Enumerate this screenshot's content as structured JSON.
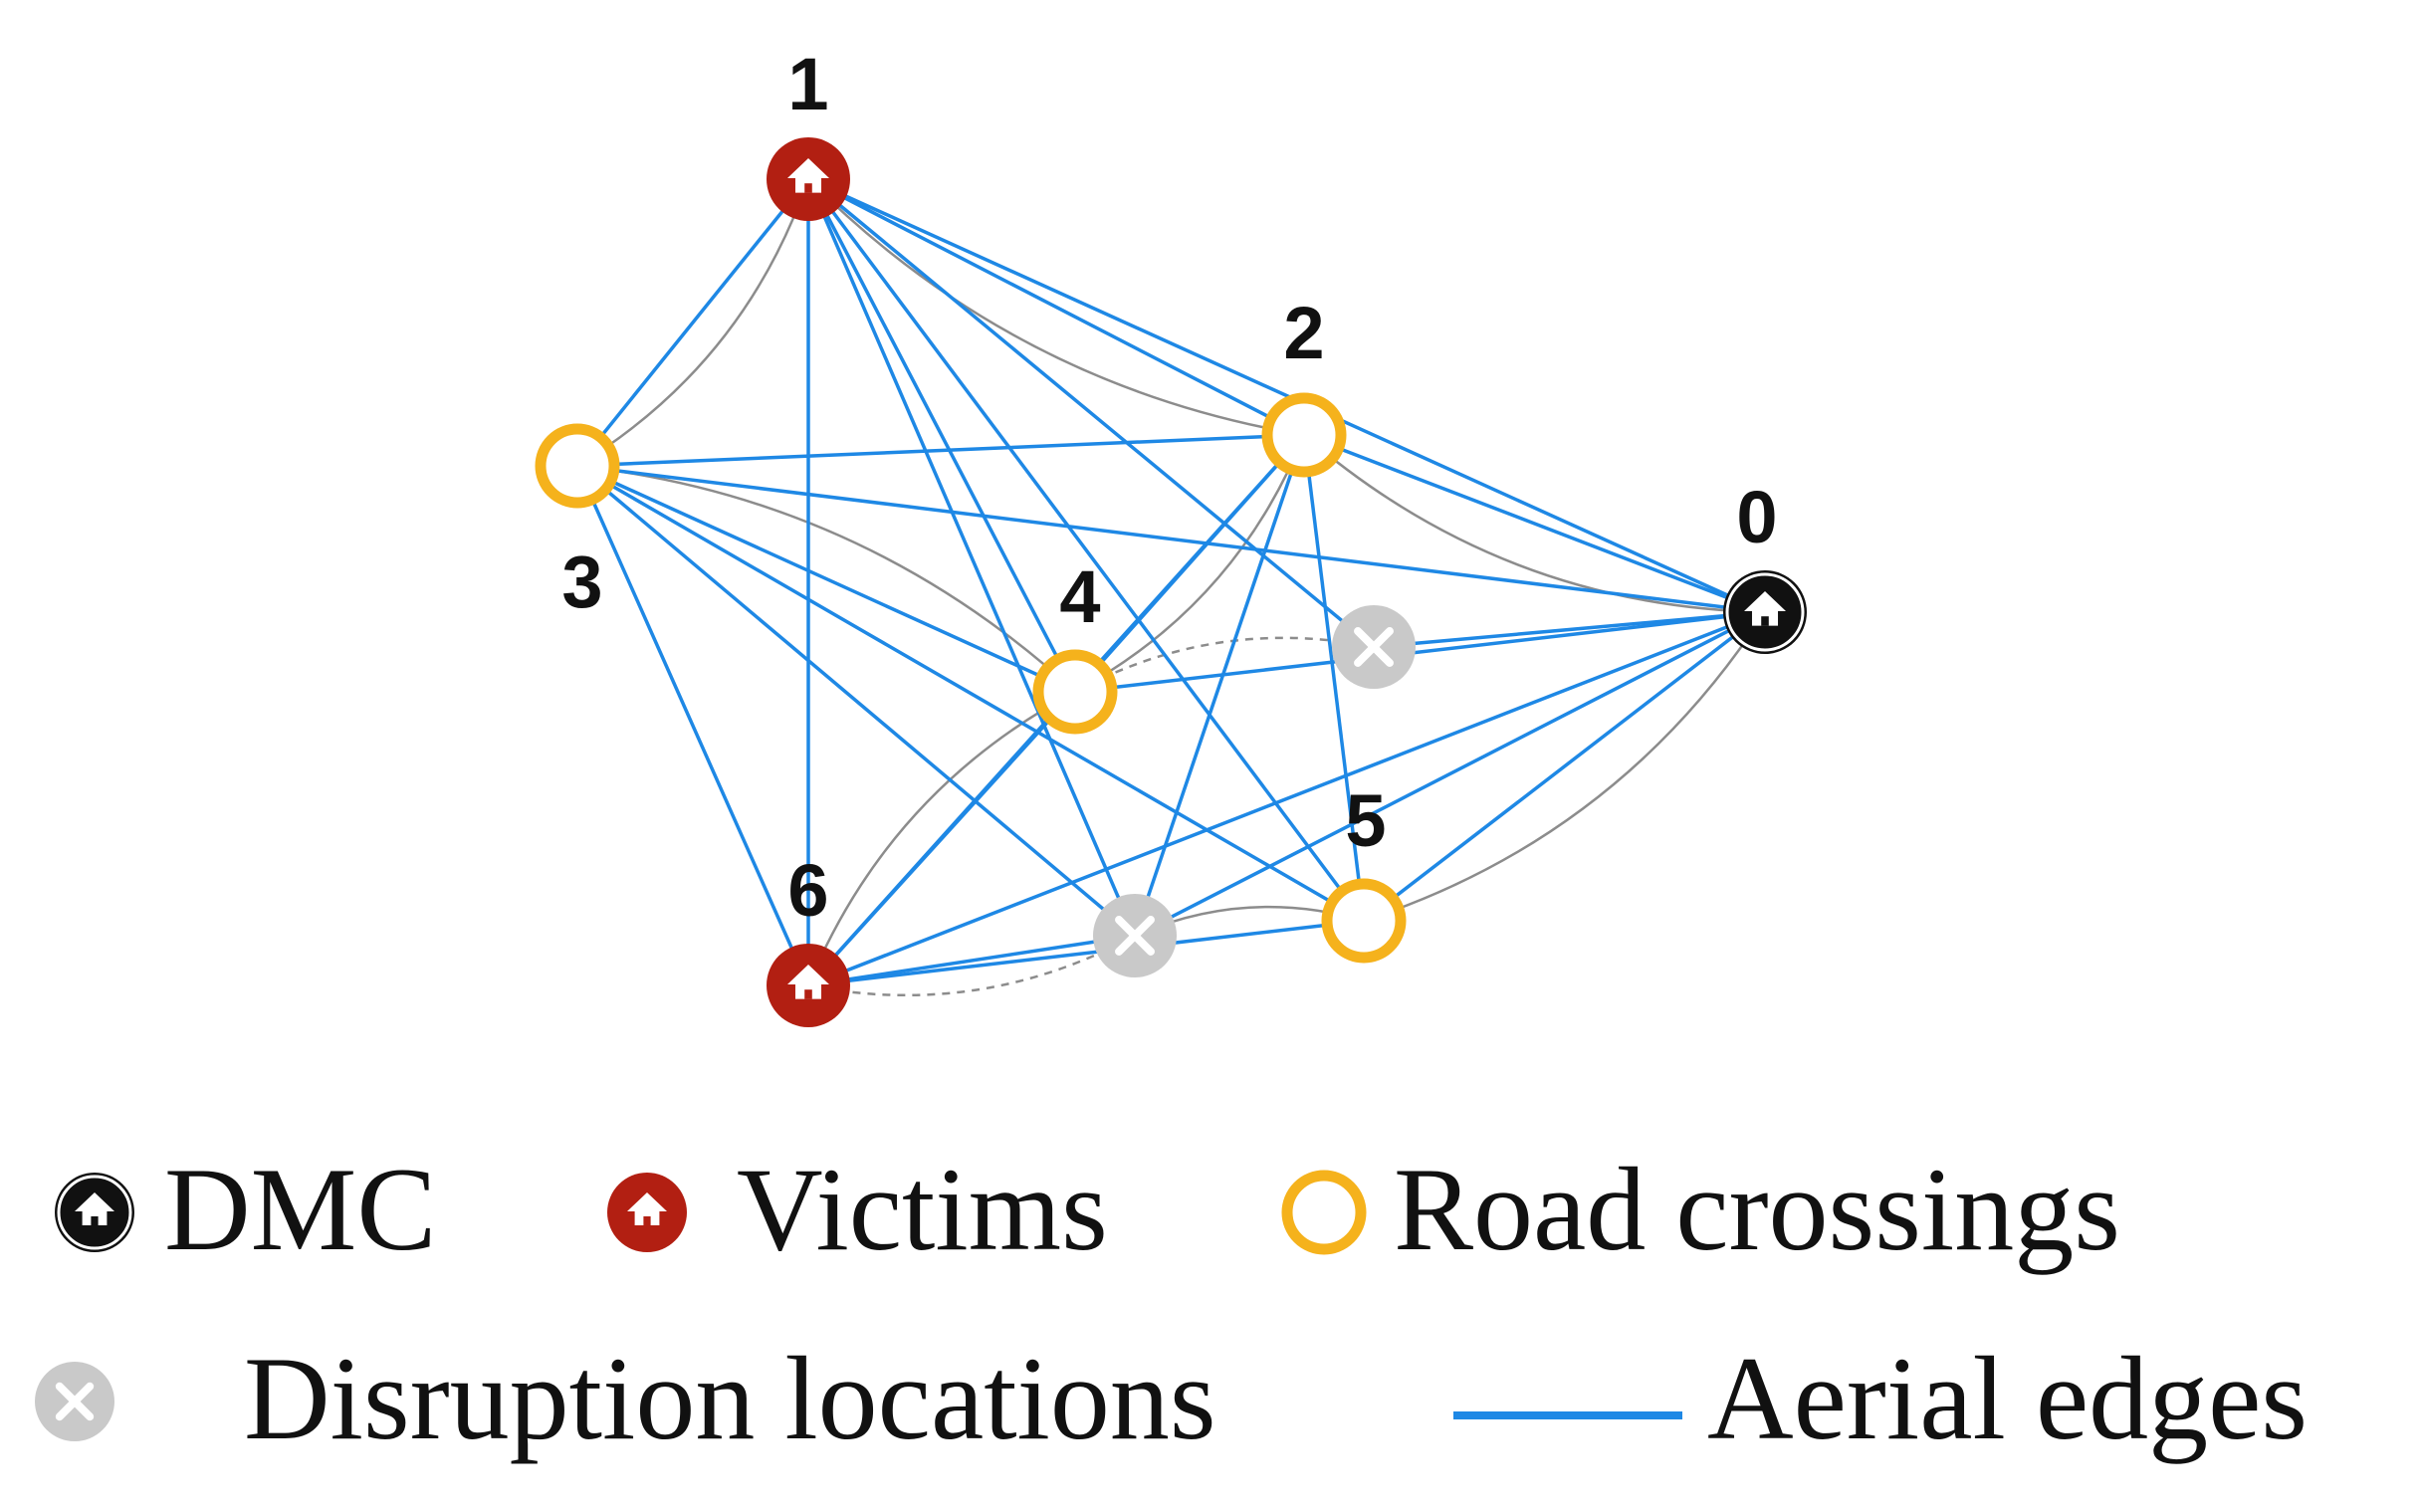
{
  "colors": {
    "aerial_edge": "#1e88e5",
    "road_edge": "#8c8c8c",
    "dmc": "#111111",
    "victim": "#b21f12",
    "crossing": "#f5b21c",
    "disruption": "#c9c9c9"
  },
  "nodes": [
    {
      "id": "0",
      "label": "0",
      "type": "dmc",
      "icon": "home-icon"
    },
    {
      "id": "1",
      "label": "1",
      "type": "victim",
      "icon": "home-icon"
    },
    {
      "id": "2",
      "label": "2",
      "type": "crossing",
      "icon": "ring"
    },
    {
      "id": "3",
      "label": "3",
      "type": "crossing",
      "icon": "ring"
    },
    {
      "id": "4",
      "label": "4",
      "type": "crossing",
      "icon": "ring"
    },
    {
      "id": "5",
      "label": "5",
      "type": "crossing",
      "icon": "ring"
    },
    {
      "id": "6",
      "label": "6",
      "type": "victim",
      "icon": "home-icon"
    },
    {
      "id": "d1",
      "label": "",
      "type": "disruption",
      "icon": "close-icon"
    },
    {
      "id": "d2",
      "label": "",
      "type": "disruption",
      "icon": "close-icon"
    }
  ],
  "aerial_edges": [
    [
      "1",
      "3"
    ],
    [
      "1",
      "2"
    ],
    [
      "1",
      "0"
    ],
    [
      "1",
      "4"
    ],
    [
      "1",
      "5"
    ],
    [
      "1",
      "6"
    ],
    [
      "1",
      "d1"
    ],
    [
      "1",
      "d2"
    ],
    [
      "3",
      "2"
    ],
    [
      "3",
      "0"
    ],
    [
      "3",
      "4"
    ],
    [
      "3",
      "5"
    ],
    [
      "3",
      "6"
    ],
    [
      "3",
      "d2"
    ],
    [
      "2",
      "0"
    ],
    [
      "2",
      "6"
    ],
    [
      "2",
      "d2"
    ],
    [
      "2",
      "5"
    ],
    [
      "2",
      "4"
    ],
    [
      "0",
      "4"
    ],
    [
      "0",
      "6"
    ],
    [
      "0",
      "5"
    ],
    [
      "0",
      "d1"
    ],
    [
      "0",
      "d2"
    ],
    [
      "6",
      "5"
    ],
    [
      "6",
      "4"
    ],
    [
      "6",
      "d2"
    ]
  ],
  "road_edges": [
    {
      "from": "1",
      "to": "3",
      "style": "solid"
    },
    {
      "from": "1",
      "to": "2",
      "style": "solid"
    },
    {
      "from": "3",
      "to": "4",
      "style": "solid"
    },
    {
      "from": "2",
      "to": "0",
      "style": "solid"
    },
    {
      "from": "2",
      "to": "4",
      "style": "solid"
    },
    {
      "from": "4",
      "to": "6",
      "style": "solid"
    },
    {
      "from": "0",
      "to": "5",
      "style": "solid"
    },
    {
      "from": "5",
      "to": "d2",
      "style": "solid"
    },
    {
      "from": "4",
      "to": "d1",
      "style": "dashed"
    },
    {
      "from": "6",
      "to": "d2",
      "style": "dashed"
    }
  ],
  "legend": {
    "dmc": {
      "label": "DMC",
      "icon": "home-icon"
    },
    "victims": {
      "label": "Victims",
      "icon": "home-icon"
    },
    "crossings": {
      "label": "Road crossings",
      "icon": "ring"
    },
    "disruption": {
      "label": "Disruption locations",
      "icon": "close-icon"
    },
    "aerial": {
      "label": "Aerial edges",
      "icon": "line"
    }
  }
}
